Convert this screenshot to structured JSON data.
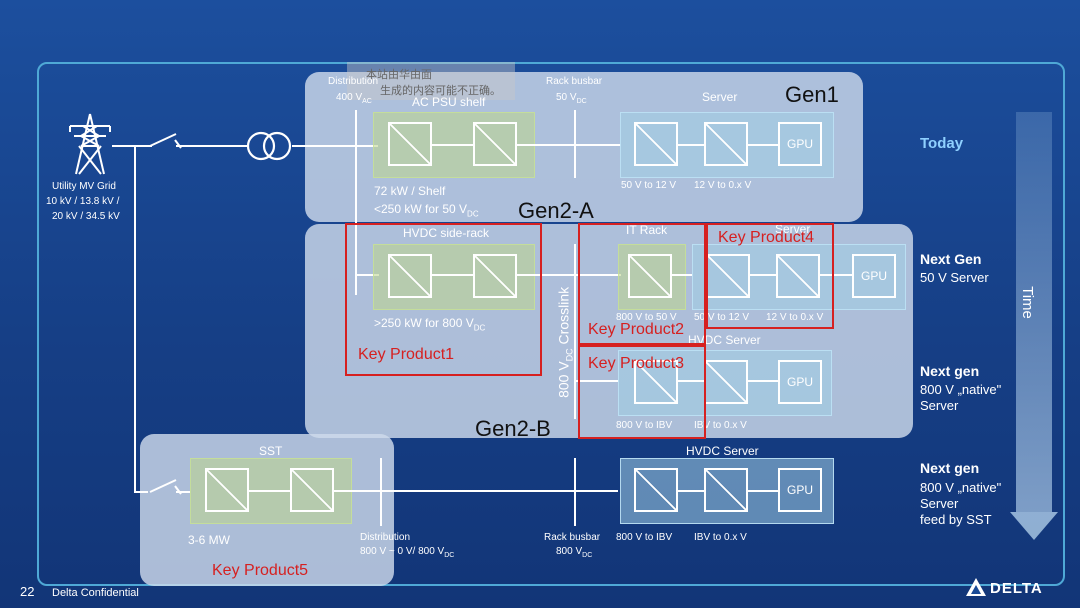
{
  "title": "HVDC transition plan",
  "footer": {
    "page_number": "22",
    "confidential": "Delta Confidential",
    "logo": "DELTA"
  },
  "grid": {
    "label_1": "Utility MV Grid",
    "label_2": "10 kV / 13.8 kV /",
    "label_3": "20 kV / 34.5 kV"
  },
  "overlay_text_1": "本站由华由面",
  "overlay_text_2": "生成的内容可能不正确。",
  "gen1": {
    "label": "Gen1",
    "dist_1": "Distribution",
    "dist_2": "400 V",
    "dist_sub": "AC",
    "psu": "AC PSU shelf",
    "rack_1": "Rack busbar",
    "rack_2": "50 V",
    "rack_sub": "DC",
    "server": "Server",
    "gpu": "GPU",
    "conv_1": "50 V to 12 V",
    "conv_2": "12 V to 0.x V",
    "power_1": "72 kW / Shelf",
    "power_2": "<250 kW for 50 V",
    "power_sub": "DC"
  },
  "gen2a": {
    "label": "Gen2-A",
    "sidecar": "HVDC side-rack",
    "power": ">250 kW for 800 V",
    "power_sub": "DC",
    "it_rack": "IT Rack",
    "server": "Server",
    "gpu": "GPU",
    "conv_1": "800 V to 50 V",
    "conv_2": "50 V to 12 V",
    "conv_3": "12 V to 0.x V"
  },
  "crosslink": {
    "prefix": "800 V",
    "sub": "DC",
    "suffix": " Crosslink"
  },
  "gen2b": {
    "label": "Gen2-B",
    "server": "HVDC Server",
    "gpu": "GPU",
    "conv_1": "800 V to IBV",
    "conv_2": "IBV to 0.x V"
  },
  "gen3": {
    "sst": "SST",
    "power": "3-6 MW",
    "dist_1": "Distribution",
    "dist_2": "800 V ~ 0 V/ 800 V",
    "dist_sub": "DC",
    "rack_1": "Rack busbar",
    "rack_2": "800 V",
    "rack_sub": "DC",
    "server": "HVDC Server",
    "gpu": "GPU",
    "conv_1": "800 V to IBV",
    "conv_2": "IBV to 0.x V"
  },
  "timeline": {
    "axis": "Time",
    "today": "Today",
    "next_gen_1": "Next Gen",
    "next_gen_1_sub": "50 V Server",
    "next_gen_2": "Next gen",
    "next_gen_2_sub_1": "800 V „native\"",
    "next_gen_2_sub_2": "Server",
    "next_gen_3": "Next gen",
    "next_gen_3_sub_1": "800 V „native\"",
    "next_gen_3_sub_2": "Server",
    "next_gen_3_sub_3": "feed by SST"
  },
  "key_products": {
    "kp1": "Key Product1",
    "kp2": "Key Product2",
    "kp3": "Key Product3",
    "kp4": "Key Product4",
    "kp5": "Key Product5"
  },
  "colors": {
    "background": "#1a4a96",
    "frame": "#4fa9d6",
    "highlight": "#d62020",
    "today": "#8fd0ff"
  }
}
